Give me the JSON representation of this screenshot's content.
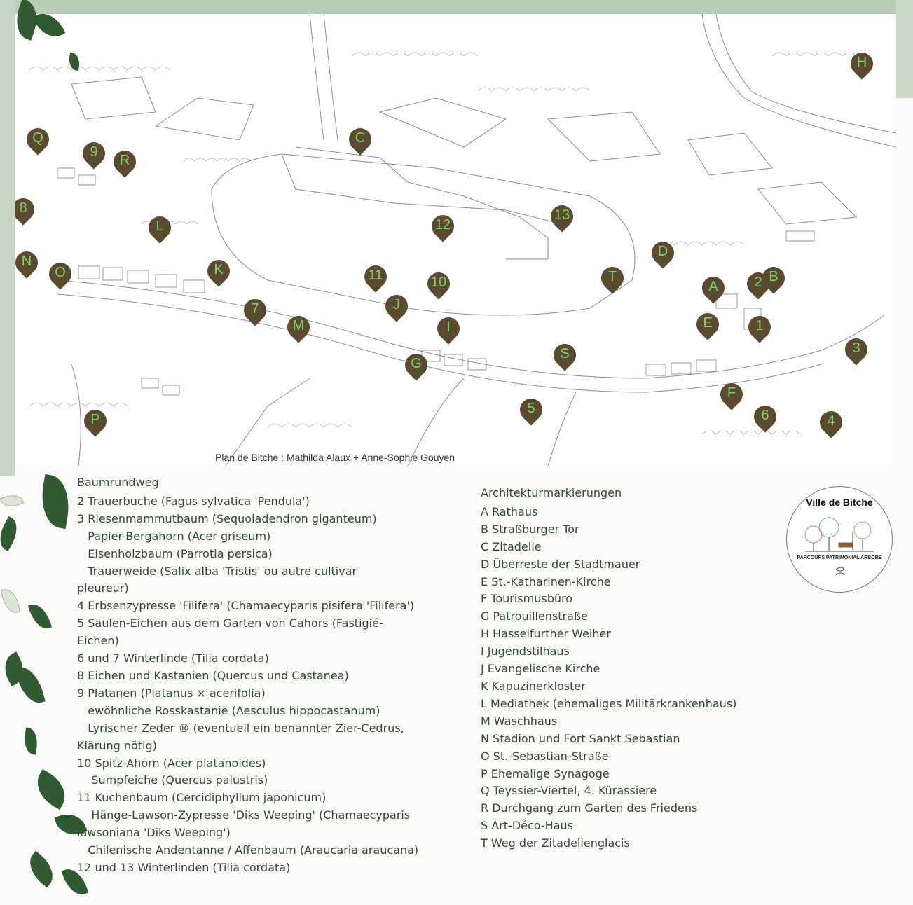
{
  "colors": {
    "pin": "#5b4930",
    "pin_label": "#7ed36b",
    "leaf": "#2f5a32",
    "frame": "#b9cdb7"
  },
  "map": {
    "credit": "Plan de Bitche : Mathilda Alaux + Anne-Sophie Gouyen",
    "markers": [
      "H",
      "Q",
      "9",
      "R",
      "C",
      "8",
      "L",
      "12",
      "13",
      "N",
      "O",
      "K",
      "D",
      "11",
      "10",
      "T",
      "A",
      "2",
      "B",
      "7",
      "J",
      "M",
      "I",
      "E",
      "1",
      "3",
      "S",
      "G",
      "F",
      "5",
      "6",
      "4",
      "P"
    ]
  },
  "legend_trees": {
    "title": "Baumrundweg",
    "items": [
      "2 Trauerbuche (Fagus sylvatica 'Pendula')",
      "3 Riesenmammutbaum (Sequoiadendron giganteum)",
      "   Papier-Bergahorn (Acer griseum)",
      "   Eisenholzbaum (Parrotia persica)",
      "   Trauerweide (Salix alba 'Tristis' ou autre cultivar",
      "pleureur)",
      "4 Erbsenzypresse 'Filifera' (Chamaecyparis pisifera 'Filifera')",
      "5 Säulen-Eichen aus dem Garten von Cahors (Fastigié-",
      "Eichen)",
      "6 und 7 Winterlinde (Tilia cordata)",
      "8 Eichen und Kastanien (Quercus und Castanea)",
      "9 Platanen (Platanus × acerifolia)",
      "   ewöhnliche Rosskastanie (Aesculus hippocastanum)",
      "   Lyrischer Zeder ® (eventuell ein benannter Zier-Cedrus,",
      "Klärung nötig)",
      "10 Spitz-Ahorn (Acer platanoides)",
      "    Sumpfeiche (Quercus palustris)",
      "11 Kuchenbaum (Cercidiphyllum japonicum)",
      "    Hänge-Lawson-Zypresse 'Diks Weeping' (Chamaecyparis",
      "lawsoniana 'Diks Weeping')",
      "   Chilenische Andentanne / Affenbaum (Araucaria araucana)",
      "12 und 13 Winterlinden (Tilia cordata)"
    ]
  },
  "legend_architecture": {
    "title": "Architekturmarkierungen",
    "items": [
      "A Rathaus",
      "B Straßburger Tor",
      "C Zitadelle",
      "D Überreste der Stadtmauer",
      "E St.-Katharinen-Kirche",
      "F Tourismusbüro",
      "G Patrouillenstraße",
      "H Hasselfurther Weiher",
      "I Jugendstilhaus",
      "J Evangelische Kirche",
      "K Kapuzinerkloster",
      "L Mediathek (ehemaliges Militärkrankenhaus)",
      "M Waschhaus",
      "N Stadion und Fort Sankt Sebastian",
      "O St.-Sebastian-Straße",
      "P Ehemalige Synagoge",
      "Q Teyssier-Viertel, 4. Kürassiere",
      "R Durchgang zum Garten des Friedens",
      "S Art-Déco-Haus",
      "T Weg der Zitadellenglacis"
    ]
  },
  "logo": {
    "title": "Ville de Bitche",
    "subtitle": "PARCOURS PATRIMONIAL ARBORE"
  }
}
